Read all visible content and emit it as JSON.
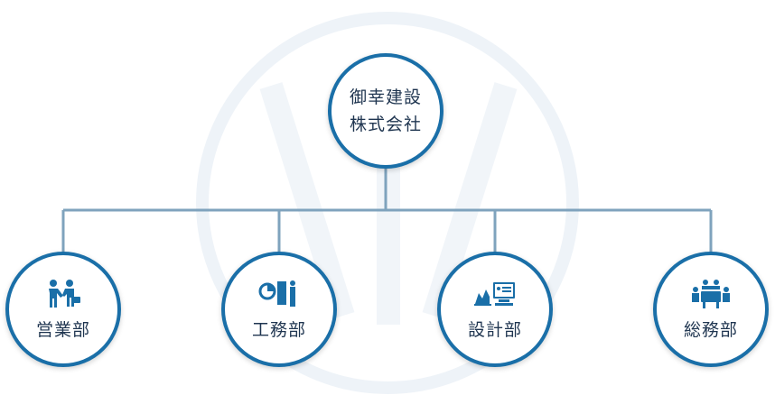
{
  "root": {
    "line1": "御幸建設",
    "line2": "株式会社"
  },
  "departments": [
    {
      "label": "営業部",
      "icon": "handshake-people-icon"
    },
    {
      "label": "工務部",
      "icon": "pie-chart-presentation-icon"
    },
    {
      "label": "設計部",
      "icon": "chart-monitor-icon"
    },
    {
      "label": "総務部",
      "icon": "meeting-table-icon"
    }
  ],
  "colors": {
    "accent": "#1a6fa8",
    "connector": "#7fa3bd",
    "text": "#1f3550",
    "watermark": "#eef3f8"
  }
}
